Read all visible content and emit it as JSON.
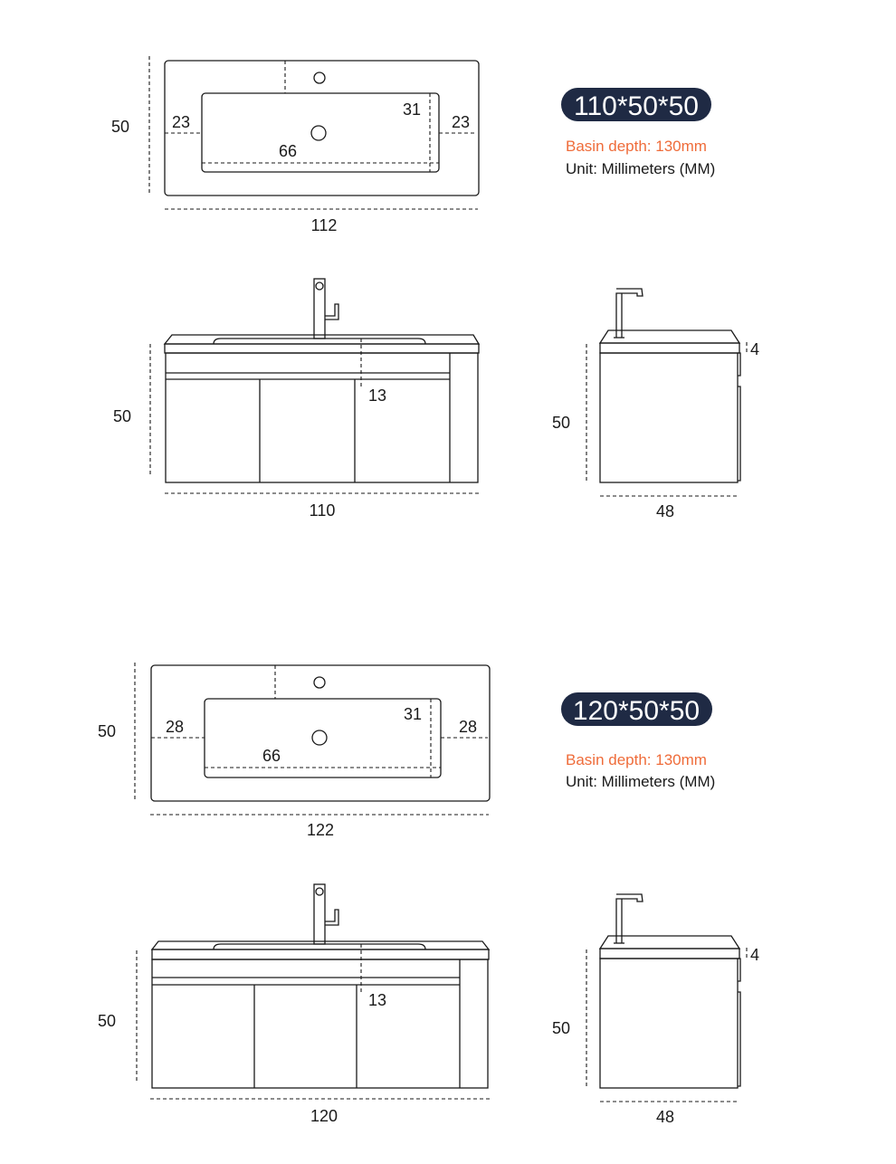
{
  "colors": {
    "pill_bg": "#1f2a44",
    "accent": "#ef6c3a",
    "line": "#1a1a1a"
  },
  "models": [
    {
      "size_label": "110*50*50",
      "basin_depth": "Basin depth: 130mm",
      "unit": "Unit: Millimeters (MM)",
      "top_view": {
        "depth": "50",
        "left_margin": "23",
        "right_margin": "23",
        "basin_depth": "31",
        "basin_width": "66",
        "total_width": "112"
      },
      "front_view": {
        "height": "50",
        "drawer_offset": "13",
        "width": "110"
      },
      "side_view": {
        "height": "50",
        "top_thickness": "4",
        "depth": "48"
      }
    },
    {
      "size_label": "120*50*50",
      "basin_depth": "Basin depth: 130mm",
      "unit": "Unit: Millimeters (MM)",
      "top_view": {
        "depth": "50",
        "left_margin": "28",
        "right_margin": "28",
        "basin_depth": "31",
        "basin_width": "66",
        "total_width": "122"
      },
      "front_view": {
        "height": "50",
        "drawer_offset": "13",
        "width": "120"
      },
      "side_view": {
        "height": "50",
        "top_thickness": "4",
        "depth": "48"
      }
    }
  ]
}
